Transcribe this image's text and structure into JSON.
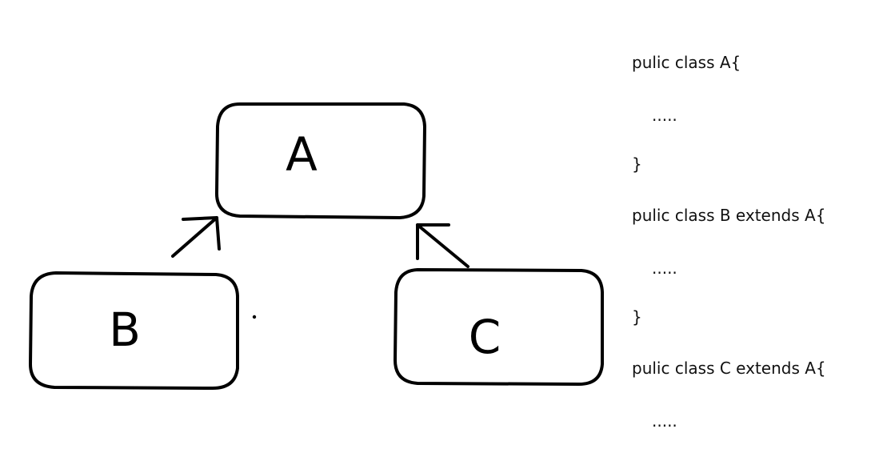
{
  "diagram": {
    "boxes": {
      "a": "A",
      "b": "B",
      "c": "C"
    }
  },
  "code": {
    "lines": [
      "pulic class A{",
      ".....",
      "}",
      "pulic class B extends A{",
      ".....",
      "}",
      "pulic class C extends A{",
      "....."
    ]
  }
}
